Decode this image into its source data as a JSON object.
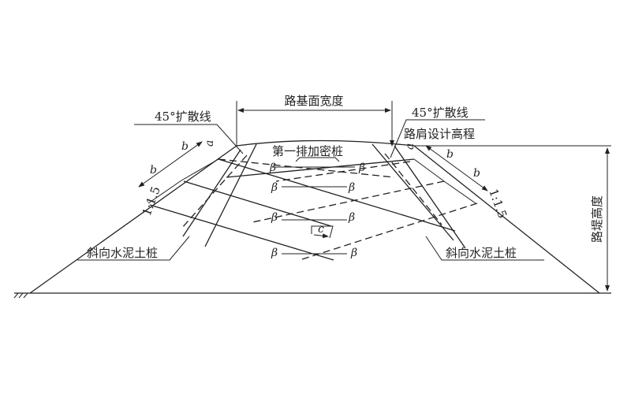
{
  "labels": {
    "roadbed_width": "路基面宽度",
    "spread_line_left": "45°扩散线",
    "spread_line_right": "45°扩散线",
    "shoulder_elevation": "路肩设计高程",
    "first_row_piles": "第一排加密桩",
    "inclined_pile_left": "斜向水泥土桩",
    "inclined_pile_right": "斜向水泥土桩",
    "embankment_height": "路堤高度",
    "slope_left": "1:1.5",
    "slope_right": "1:1.5",
    "spacing_b": "b",
    "offset_a": "a",
    "angle_beta": "β",
    "spacing_c": "c"
  },
  "colors": {
    "line": "#222222",
    "background": "#ffffff"
  }
}
